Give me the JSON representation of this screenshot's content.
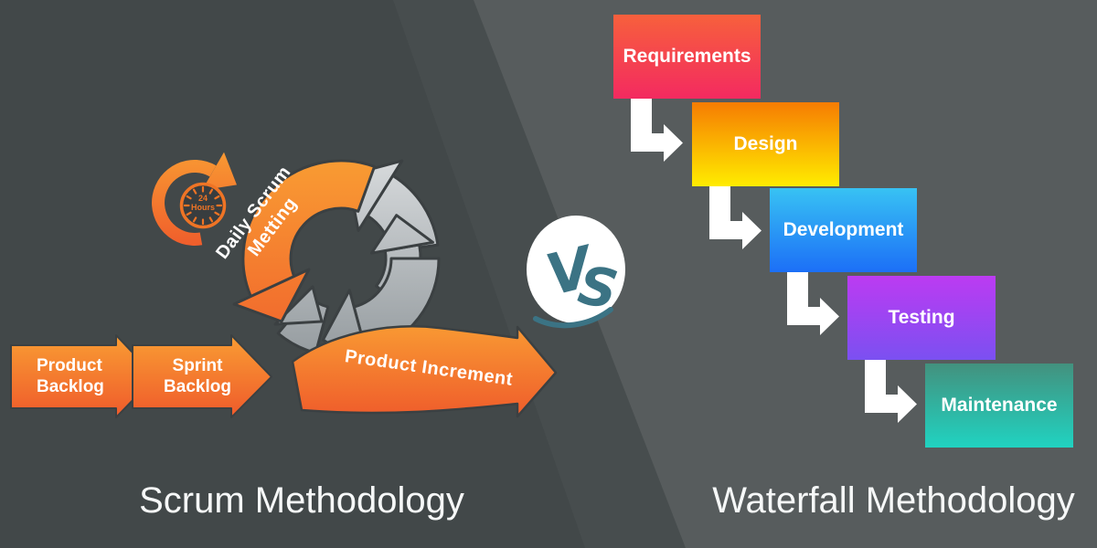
{
  "scrum": {
    "title": "Scrum Methodology",
    "clock": {
      "line1": "24",
      "line2": "Hours"
    },
    "cycle_label": {
      "line1": "Daily Scrum",
      "line2": "Metting"
    },
    "increment_label": "Product Increment",
    "input_arrows": [
      {
        "line1": "Product",
        "line2": "Backlog"
      },
      {
        "line1": "Sprint",
        "line2": "Backlog"
      }
    ]
  },
  "versus": {
    "v": "V",
    "s": "S"
  },
  "waterfall": {
    "title": "Waterfall Methodology",
    "steps": [
      {
        "label": "Requirements",
        "color_top": "#f7603c",
        "color_bottom": "#f32a60"
      },
      {
        "label": "Design",
        "color_top": "#f67c02",
        "color_bottom": "#ffec00"
      },
      {
        "label": "Development",
        "color_top": "#38c2f3",
        "color_bottom": "#1c6ff7"
      },
      {
        "label": "Testing",
        "color_top": "#bc3bf2",
        "color_bottom": "#7b50f1"
      },
      {
        "label": "Maintenance",
        "color_top": "#43917e",
        "color_bottom": "#20d3c1"
      }
    ]
  },
  "colors": {
    "bg_left": "#424849",
    "bg_band": "#474d4e",
    "bg_right": "#575c5d",
    "orange_light": "#f99d33",
    "orange_deep": "#ef5a2b",
    "gray_light": "#d8dbdd",
    "gray_deep": "#8f969a",
    "outline": "#3b4042",
    "arrow_white": "#ffffff",
    "vs_teal": "#3b7384",
    "vs_circle": "#ffffff",
    "clock_face": "#383d3f",
    "clock_orange": "#ef7425",
    "title_text": "#f6f8f8",
    "label_text": "#ffffff"
  }
}
